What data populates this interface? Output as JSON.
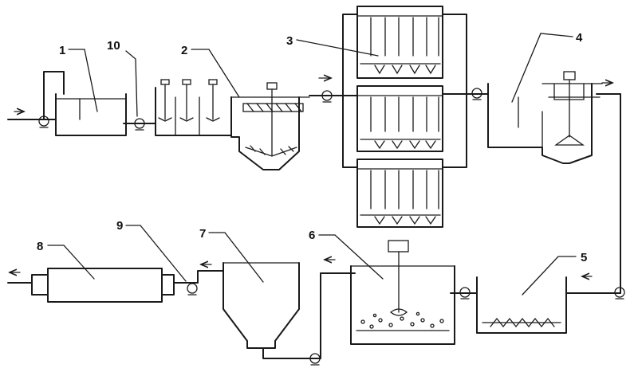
{
  "labels": {
    "l1": "1",
    "l2": "2",
    "l3": "3",
    "l4": "4",
    "l5": "5",
    "l6": "6",
    "l7": "7",
    "l8": "8",
    "l9": "9",
    "l10": "10"
  },
  "colors": {
    "line": "#1a1a1a",
    "background": "#ffffff"
  }
}
